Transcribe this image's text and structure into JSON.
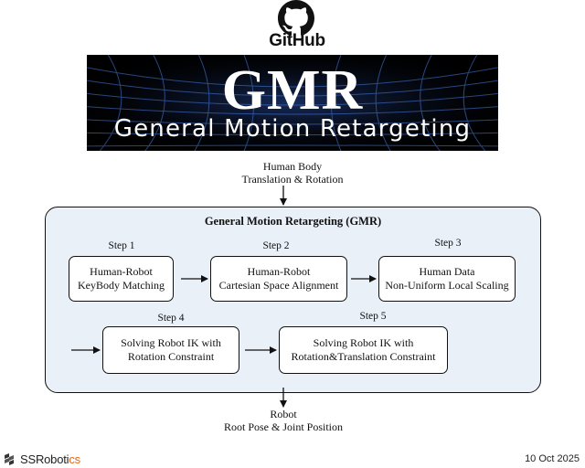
{
  "header": {
    "logo_icon": "github-octocat-icon",
    "logo_text": "GitHub"
  },
  "banner": {
    "title": "GMR",
    "subtitle": "General Motion Retargeting",
    "background_color": "#000000"
  },
  "diagram": {
    "input_label": [
      "Human Body",
      "Translation & Rotation"
    ],
    "panel_title": "General Motion Retargeting (GMR)",
    "panel_color": "#e9f0f8",
    "steps": [
      {
        "label": "Step 1",
        "lines": [
          "Human-Robot",
          "KeyBody Matching"
        ]
      },
      {
        "label": "Step 2",
        "lines": [
          "Human-Robot",
          "Cartesian Space Alignment"
        ]
      },
      {
        "label": "Step 3",
        "lines": [
          "Human Data",
          "Non-Uniform Local Scaling"
        ]
      },
      {
        "label": "Step 4",
        "lines": [
          "Solving Robot IK with",
          "Rotation Constraint"
        ]
      },
      {
        "label": "Step 5",
        "lines": [
          "Solving Robot IK with",
          "Rotation&Translation Constraint"
        ]
      }
    ],
    "output_label": [
      "Robot",
      "Root Pose & Joint Position"
    ]
  },
  "footer": {
    "brand_prefix": "SSRoboti",
    "brand_suffix": "cs",
    "brand_accent_color": "#e06a1b",
    "date": "10 Oct 2025"
  }
}
